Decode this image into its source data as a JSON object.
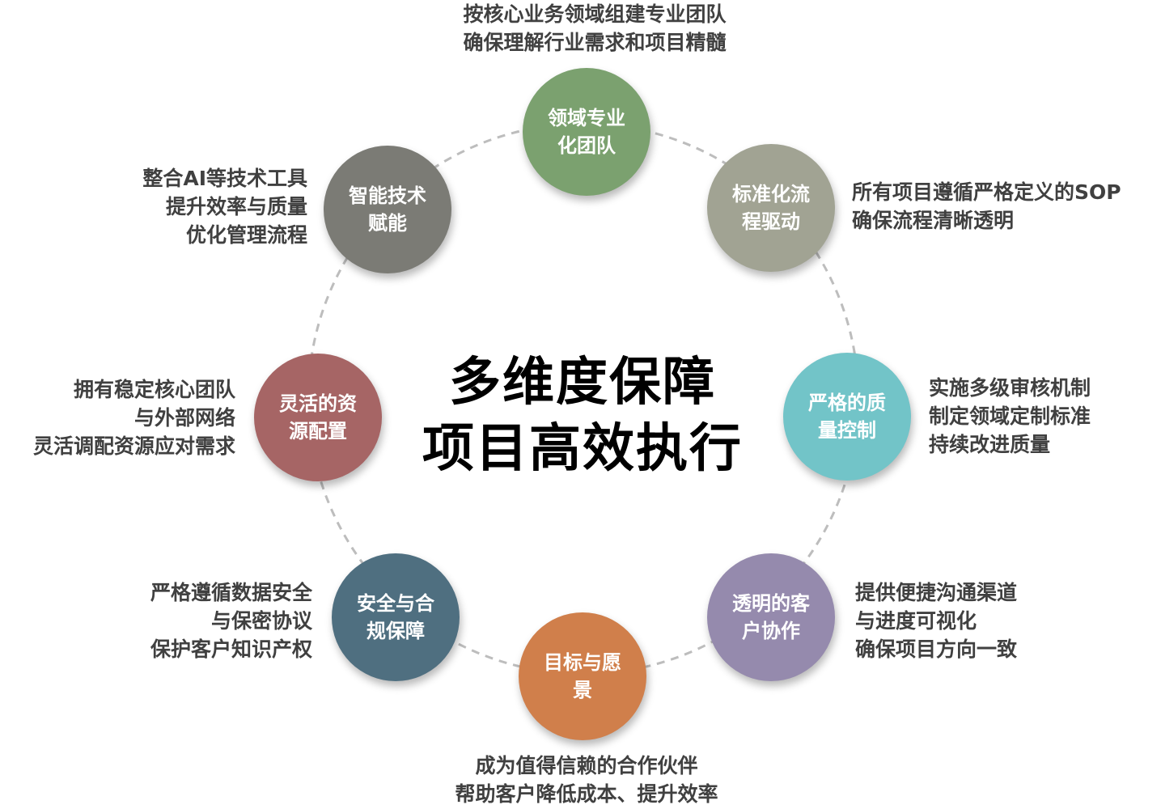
{
  "center": {
    "line1": "多维度保障",
    "line2": "项目高效执行"
  },
  "nodes": [
    {
      "label": "领域专业化团队",
      "color": "#7ba16f"
    },
    {
      "label": "标准化流程驱动",
      "color": "#a1a393"
    },
    {
      "label": "严格的质量控制",
      "color": "#72c4c8"
    },
    {
      "label": "透明的客户协作",
      "color": "#958aad"
    },
    {
      "label": "目标与愿景",
      "color": "#d07f4b"
    },
    {
      "label": "安全与合规保障",
      "color": "#4f6f80"
    },
    {
      "label": "灵活的资源配置",
      "color": "#a66565"
    },
    {
      "label": "智能技术赋能",
      "color": "#7b7b75"
    }
  ],
  "descriptions": {
    "team": [
      "按核心业务领域组建专业团队",
      "确保理解行业需求和项目精髓"
    ],
    "process": [
      "所有项目遵循严格定义的SOP",
      "确保流程清晰透明"
    ],
    "quality": [
      "实施多级审核机制",
      "制定领域定制标准",
      "持续改进质量"
    ],
    "collab": [
      "提供便捷沟通渠道",
      "与进度可视化",
      "确保项目方向一致"
    ],
    "vision": [
      "成为值得信赖的合作伙伴",
      "帮助客户降低成本、提升效率"
    ],
    "security": [
      "严格遵循数据安全",
      "与保密协议",
      "保护客户知识产权"
    ],
    "resource": [
      "拥有稳定核心团队",
      "与外部网络",
      "灵活调配资源应对需求"
    ],
    "tech": [
      "整合AI等技术工具",
      "提升效率与质量",
      "优化管理流程"
    ]
  }
}
